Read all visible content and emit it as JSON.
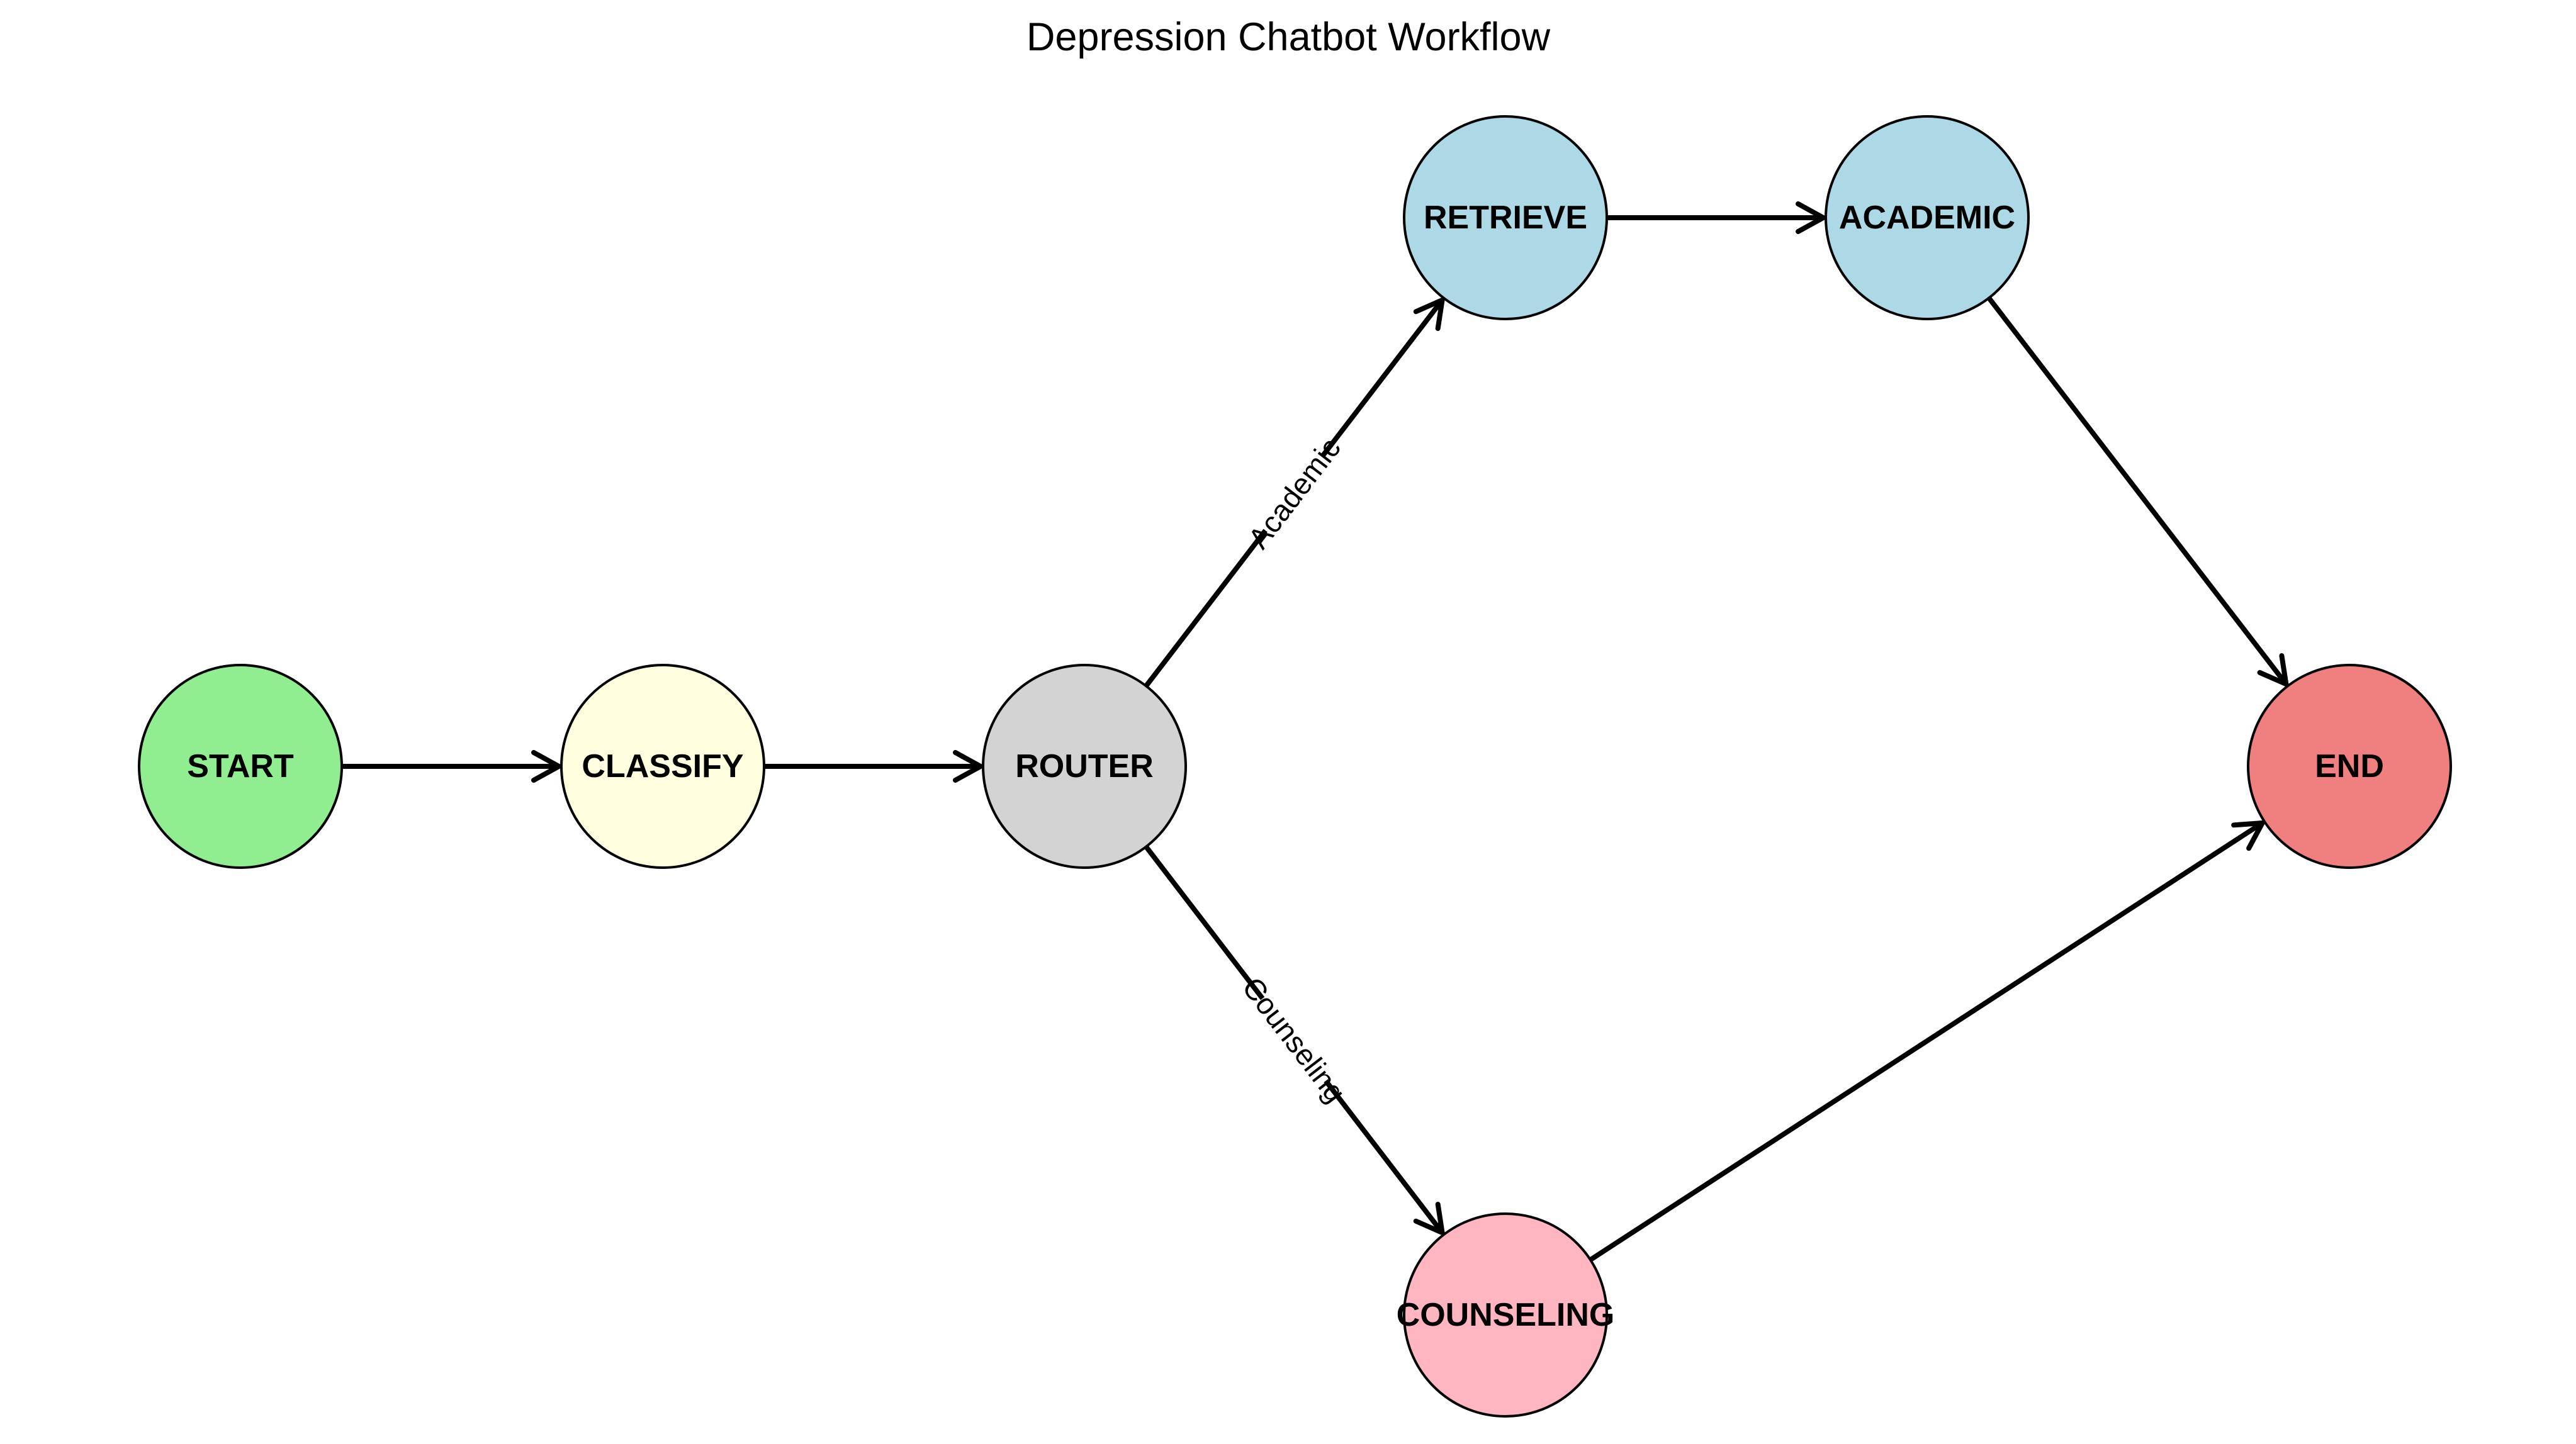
{
  "title": "Depression Chatbot Workflow",
  "nodes": [
    {
      "id": "start",
      "label": "START",
      "color": "#90ee90"
    },
    {
      "id": "classify",
      "label": "CLASSIFY",
      "color": "#ffffe0"
    },
    {
      "id": "router",
      "label": "ROUTER",
      "color": "#d3d3d3"
    },
    {
      "id": "retrieve",
      "label": "RETRIEVE",
      "color": "#add8e6"
    },
    {
      "id": "academic",
      "label": "ACADEMIC",
      "color": "#add8e6"
    },
    {
      "id": "counseling",
      "label": "COUNSELING",
      "color": "#ffb6c1"
    },
    {
      "id": "end",
      "label": "END",
      "color": "#f08080"
    }
  ],
  "edges": [
    {
      "id": "start-classify",
      "from": "start",
      "to": "classify",
      "label": ""
    },
    {
      "id": "classify-router",
      "from": "classify",
      "to": "router",
      "label": ""
    },
    {
      "id": "router-retrieve",
      "from": "router",
      "to": "retrieve",
      "label": "Academic"
    },
    {
      "id": "retrieve-academic",
      "from": "retrieve",
      "to": "academic",
      "label": ""
    },
    {
      "id": "academic-end",
      "from": "academic",
      "to": "end",
      "label": ""
    },
    {
      "id": "router-counseling",
      "from": "router",
      "to": "counseling",
      "label": "Counseling"
    },
    {
      "id": "counseling-end",
      "from": "counseling",
      "to": "end",
      "label": ""
    }
  ]
}
